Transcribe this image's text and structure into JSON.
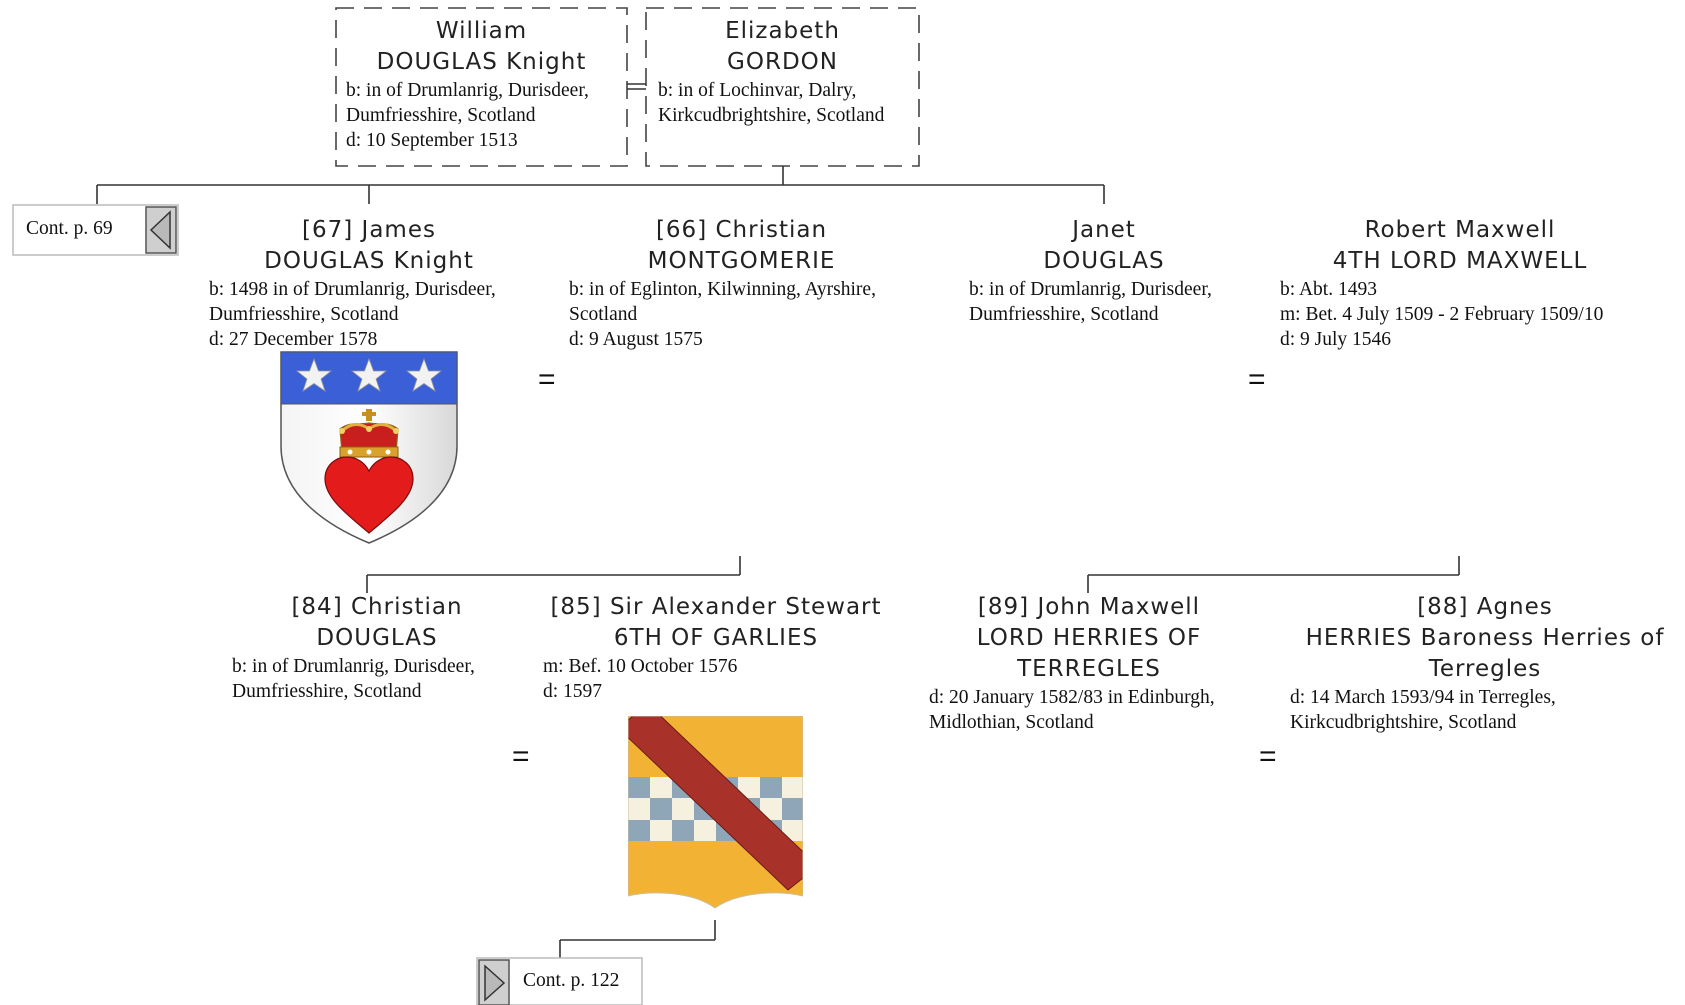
{
  "parents": {
    "father": {
      "name": "William",
      "surname": "DOUGLAS Knight",
      "details": [
        "b: in of Drumlanrig, Durisdeer,",
        "Dumfriesshire, Scotland",
        "d: 10 September 1513"
      ]
    },
    "mother": {
      "name": "Elizabeth",
      "surname": "GORDON",
      "details": [
        "b: in of Lochinvar, Dalry,",
        "Kirkcudbrightshire, Scotland"
      ]
    }
  },
  "children": [
    {
      "name": "[67] James",
      "surname": "DOUGLAS Knight",
      "details": [
        "b: 1498 in of Drumlanrig, Durisdeer,",
        "Dumfriesshire, Scotland",
        "d: 27 December 1578"
      ]
    },
    {
      "name": "[66] Christian",
      "surname": "MONTGOMERIE",
      "details": [
        "b: in of Eglinton, Kilwinning, Ayrshire,",
        "Scotland",
        "d: 9 August 1575"
      ]
    },
    {
      "name": "Janet",
      "surname": "DOUGLAS",
      "details": [
        "b: in of Drumlanrig, Durisdeer,",
        "Dumfriesshire, Scotland"
      ]
    },
    {
      "name": "Robert Maxwell",
      "surname": "4TH LORD MAXWELL",
      "details": [
        "b: Abt. 1493",
        "m: Bet. 4 July 1509 - 2 February 1509/10",
        "d: 9 July 1546"
      ]
    }
  ],
  "grandchildren": [
    {
      "name": "[84] Christian",
      "surname": "DOUGLAS",
      "details": [
        "b: in of Drumlanrig, Durisdeer,",
        "Dumfriesshire, Scotland"
      ]
    },
    {
      "name": "[85] Sir Alexander Stewart",
      "surname": "6TH OF GARLIES",
      "details": [
        "m: Bef. 10 October 1576",
        "d: 1597"
      ]
    },
    {
      "name": "[89] John Maxwell",
      "surname": "LORD HERRIES OF",
      "surname2": "TERREGLES",
      "details": [
        "d: 20 January 1582/83 in Edinburgh,",
        "Midlothian, Scotland"
      ]
    },
    {
      "name": "[88] Agnes",
      "surname": "HERRIES Baroness Herries of",
      "surname2": "Terregles",
      "details": [
        "d: 14 March 1593/94 in Terregles,",
        "Kirkcudbrightshire, Scotland"
      ]
    }
  ],
  "marriage_symbol": "=",
  "continuations": {
    "left": "Cont. p. 69",
    "bottom": "Cont. p. 122"
  },
  "colors": {
    "douglas_chief": "#3b5fd6",
    "douglas_heart": "#e41b1b",
    "douglas_crown": "#c8901a",
    "stewart_field": "#f2b233",
    "stewart_bend": "#a8322a",
    "stewart_check": "#8fa6b8",
    "arrow_fill": "#b9b9b9"
  }
}
